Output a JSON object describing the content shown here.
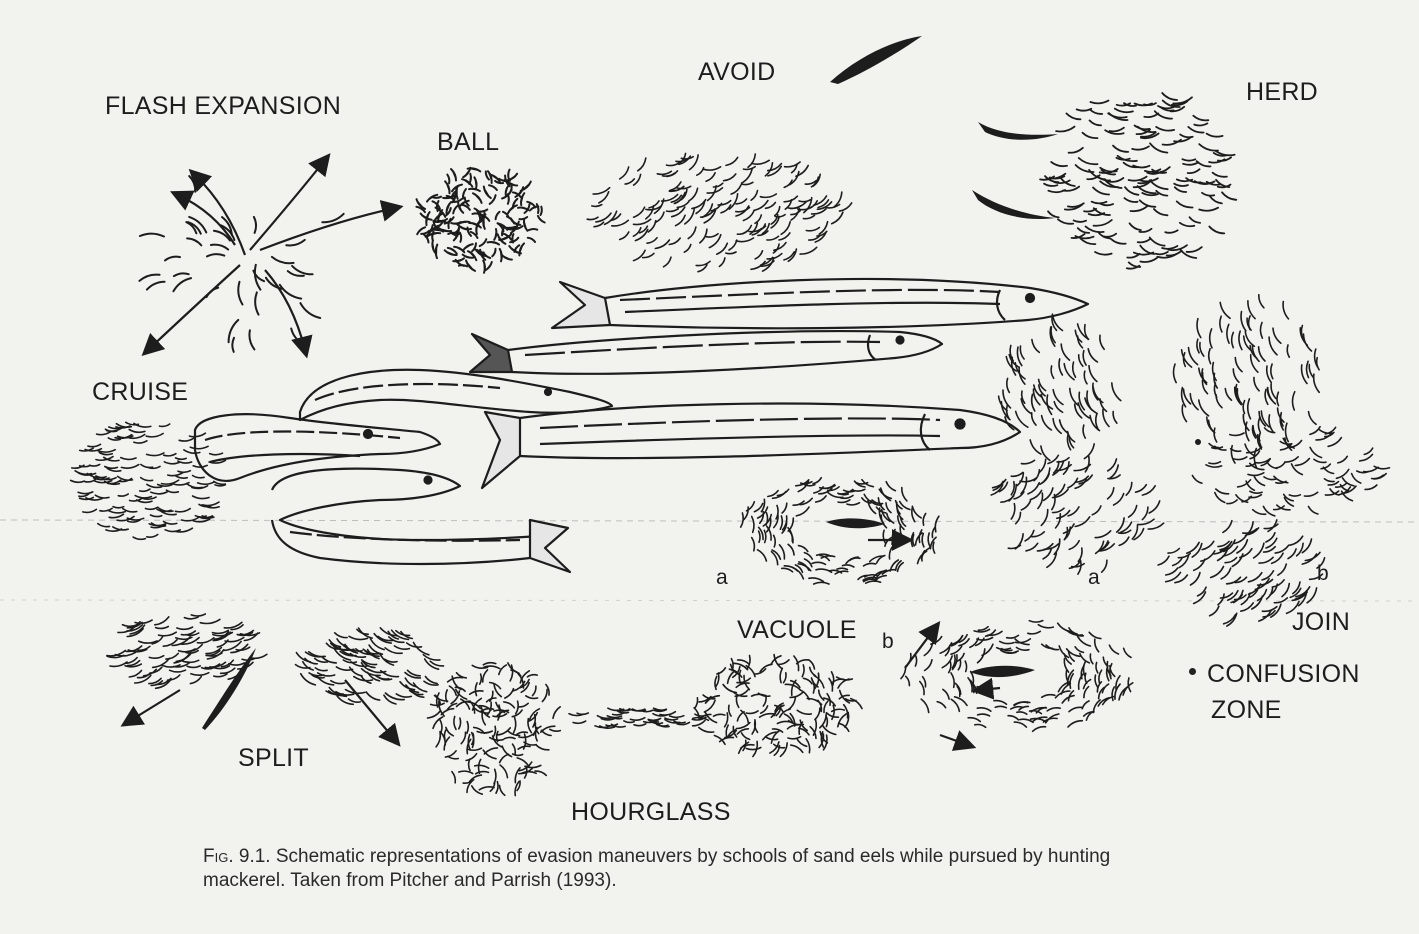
{
  "labels": {
    "flash_expansion": "FLASH EXPANSION",
    "ball": "BALL",
    "avoid": "AVOID",
    "herd": "HERD",
    "cruise": "CRUISE",
    "vacuole": "VACUOLE",
    "vacuole_a": "a",
    "vacuole_b": "b",
    "join": "JOIN",
    "join_a": "a",
    "join_b": "b",
    "confusion_zone_line1": "CONFUSION",
    "confusion_zone_line2": "ZONE",
    "split": "SPLIT",
    "hourglass": "HOURGLASS"
  },
  "caption": {
    "fig_number": "Fig. 9.1.",
    "text": "Schematic representations of evasion maneuvers by schools of sand eels while pursued by hunting mackerel. Taken from Pitcher and Parrish (1993)."
  },
  "colors": {
    "ink": "#1d1d1d",
    "paper": "#f2f2ef"
  }
}
